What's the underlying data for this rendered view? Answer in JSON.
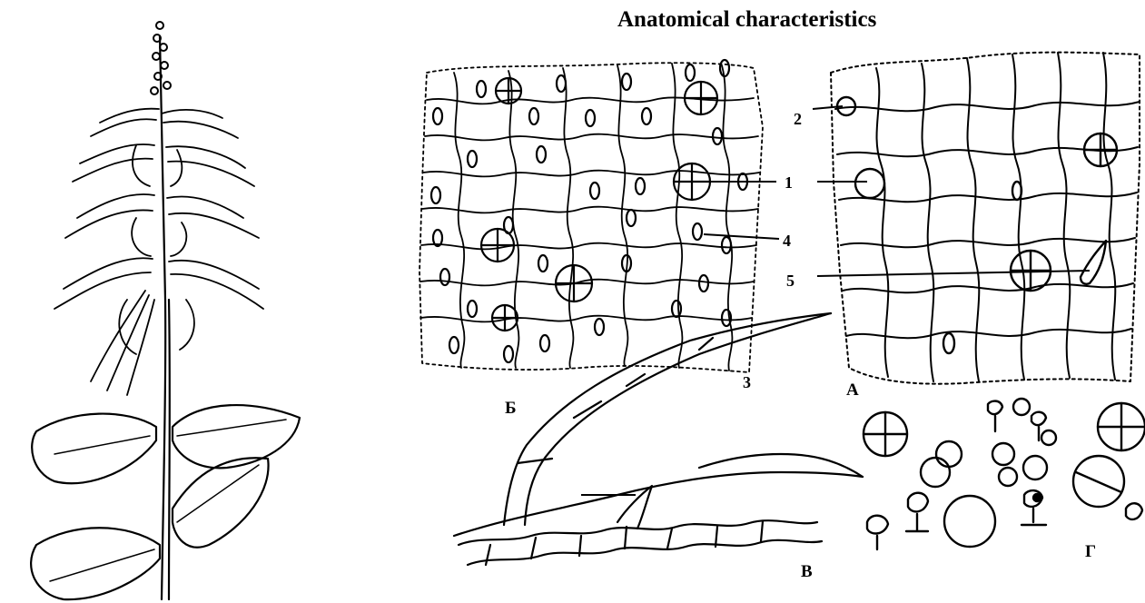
{
  "title": "Anatomical characteristics",
  "panel_labels": {
    "b": "Б",
    "a": "А",
    "v": "В",
    "g": "Г"
  },
  "callouts": {
    "n1": "1",
    "n2": "2",
    "n3": "3",
    "n4": "4",
    "n5": "5"
  }
}
